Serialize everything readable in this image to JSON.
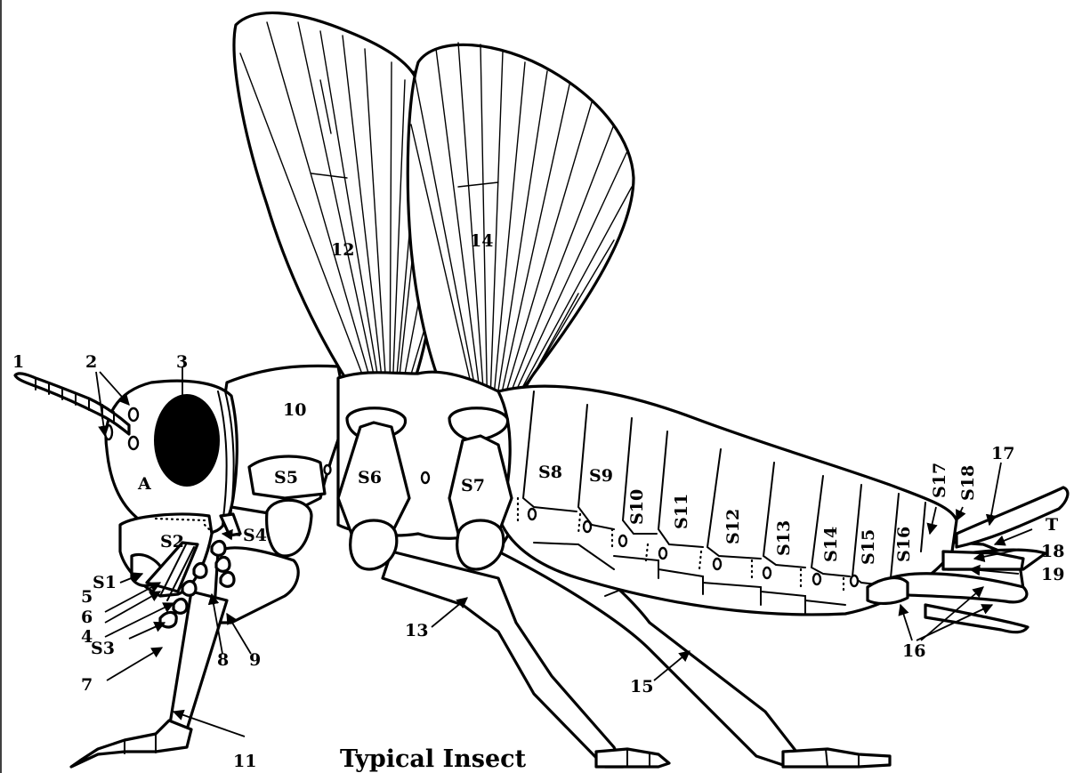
{
  "title": "Typical Insect",
  "colors": {
    "line": "#000000",
    "fill": "#ffffff",
    "eye": "#000000"
  },
  "labels": {
    "n1": "1",
    "n2": "2",
    "n3": "3",
    "n4": "4",
    "n5": "5",
    "n6": "6",
    "n7": "7",
    "n8": "8",
    "n9": "9",
    "n10": "10",
    "n11": "11",
    "n12": "12",
    "n13": "13",
    "n14": "14",
    "n15": "15",
    "n16": "16",
    "n17": "17",
    "n18": "18",
    "n19": "19",
    "A": "A",
    "T": "T",
    "S1": "S1",
    "S2": "S2",
    "S3": "S3",
    "S4": "S4",
    "S5": "S5",
    "S6": "S6",
    "S7": "S7",
    "S8": "S8",
    "S9": "S9",
    "S10": "S10",
    "S11": "S11",
    "S12": "S12",
    "S13": "S13",
    "S14": "S14",
    "S15": "S15",
    "S16": "S16",
    "S17": "S17",
    "S18": "S18"
  }
}
